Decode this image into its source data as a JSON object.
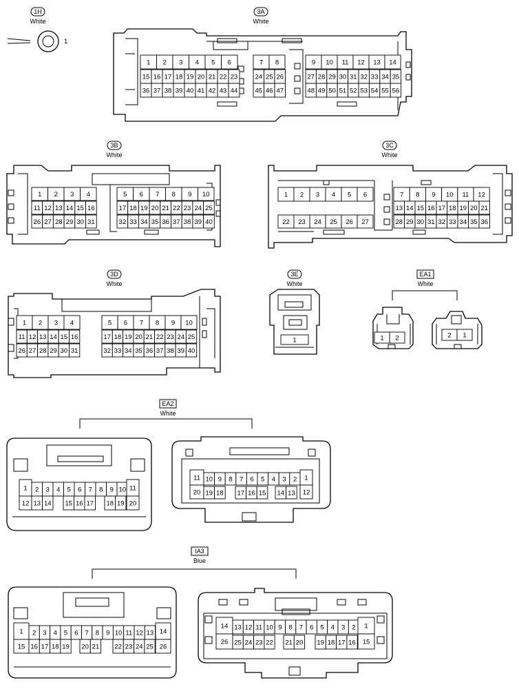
{
  "connectors": [
    {
      "id": "1H",
      "color": "White",
      "tag_style": "pill",
      "pins": [
        {
          "n": "1"
        }
      ]
    },
    {
      "id": "3A",
      "color": "White",
      "tag_style": "pill",
      "pins": [
        {
          "n": "1"
        },
        {
          "n": "2"
        },
        {
          "n": "3"
        },
        {
          "n": "4"
        },
        {
          "n": "5"
        },
        {
          "n": "6"
        },
        {
          "n": "7"
        },
        {
          "n": "8"
        },
        {
          "n": "9"
        },
        {
          "n": "10"
        },
        {
          "n": "11"
        },
        {
          "n": "12"
        },
        {
          "n": "13"
        },
        {
          "n": "14"
        },
        {
          "n": "15"
        },
        {
          "n": "16"
        },
        {
          "n": "17"
        },
        {
          "n": "18"
        },
        {
          "n": "19"
        },
        {
          "n": "20"
        },
        {
          "n": "21"
        },
        {
          "n": "22"
        },
        {
          "n": "23"
        },
        {
          "n": "24"
        },
        {
          "n": "25"
        },
        {
          "n": "26"
        },
        {
          "n": "27"
        },
        {
          "n": "28"
        },
        {
          "n": "29"
        },
        {
          "n": "30"
        },
        {
          "n": "31"
        },
        {
          "n": "32"
        },
        {
          "n": "33"
        },
        {
          "n": "34"
        },
        {
          "n": "35"
        },
        {
          "n": "36"
        },
        {
          "n": "37"
        },
        {
          "n": "38"
        },
        {
          "n": "39"
        },
        {
          "n": "40"
        },
        {
          "n": "41"
        },
        {
          "n": "42"
        },
        {
          "n": "43"
        },
        {
          "n": "44"
        },
        {
          "n": "45"
        },
        {
          "n": "46"
        },
        {
          "n": "47"
        },
        {
          "n": "48"
        },
        {
          "n": "49"
        },
        {
          "n": "50"
        },
        {
          "n": "51"
        },
        {
          "n": "52"
        },
        {
          "n": "53"
        },
        {
          "n": "54"
        },
        {
          "n": "55"
        },
        {
          "n": "56"
        }
      ]
    },
    {
      "id": "3B",
      "color": "White",
      "tag_style": "pill",
      "pins": [
        {
          "n": "1"
        },
        {
          "n": "2"
        },
        {
          "n": "3"
        },
        {
          "n": "4"
        },
        {
          "n": "5"
        },
        {
          "n": "6"
        },
        {
          "n": "7"
        },
        {
          "n": "8"
        },
        {
          "n": "9"
        },
        {
          "n": "10"
        },
        {
          "n": "11"
        },
        {
          "n": "12"
        },
        {
          "n": "13"
        },
        {
          "n": "14"
        },
        {
          "n": "15"
        },
        {
          "n": "16"
        },
        {
          "n": "17"
        },
        {
          "n": "18"
        },
        {
          "n": "19"
        },
        {
          "n": "20"
        },
        {
          "n": "21"
        },
        {
          "n": "22"
        },
        {
          "n": "23"
        },
        {
          "n": "24"
        },
        {
          "n": "25"
        },
        {
          "n": "26"
        },
        {
          "n": "27"
        },
        {
          "n": "28"
        },
        {
          "n": "29"
        },
        {
          "n": "30"
        },
        {
          "n": "31"
        },
        {
          "n": "32"
        },
        {
          "n": "33"
        },
        {
          "n": "34"
        },
        {
          "n": "35"
        },
        {
          "n": "36"
        },
        {
          "n": "37"
        },
        {
          "n": "38"
        },
        {
          "n": "39"
        },
        {
          "n": "40"
        }
      ]
    },
    {
      "id": "3C",
      "color": "White",
      "tag_style": "pill",
      "pins": [
        {
          "n": "1"
        },
        {
          "n": "2"
        },
        {
          "n": "3"
        },
        {
          "n": "4"
        },
        {
          "n": "5"
        },
        {
          "n": "6"
        },
        {
          "n": "7"
        },
        {
          "n": "8"
        },
        {
          "n": "9"
        },
        {
          "n": "10"
        },
        {
          "n": "11"
        },
        {
          "n": "12"
        },
        {
          "n": "13"
        },
        {
          "n": "14"
        },
        {
          "n": "15"
        },
        {
          "n": "16"
        },
        {
          "n": "17"
        },
        {
          "n": "18"
        },
        {
          "n": "19"
        },
        {
          "n": "20"
        },
        {
          "n": "21"
        },
        {
          "n": "22"
        },
        {
          "n": "23"
        },
        {
          "n": "24"
        },
        {
          "n": "25"
        },
        {
          "n": "26"
        },
        {
          "n": "27"
        },
        {
          "n": "28"
        },
        {
          "n": "29"
        },
        {
          "n": "30"
        },
        {
          "n": "31"
        },
        {
          "n": "32"
        },
        {
          "n": "33"
        },
        {
          "n": "34"
        },
        {
          "n": "35"
        },
        {
          "n": "36"
        }
      ]
    },
    {
      "id": "3D",
      "color": "White",
      "tag_style": "pill",
      "pins": [
        {
          "n": "1"
        },
        {
          "n": "2"
        },
        {
          "n": "3"
        },
        {
          "n": "4"
        },
        {
          "n": "5"
        },
        {
          "n": "6"
        },
        {
          "n": "7"
        },
        {
          "n": "8"
        },
        {
          "n": "9"
        },
        {
          "n": "10"
        },
        {
          "n": "11"
        },
        {
          "n": "12"
        },
        {
          "n": "13"
        },
        {
          "n": "14"
        },
        {
          "n": "15"
        },
        {
          "n": "16"
        },
        {
          "n": "17"
        },
        {
          "n": "18"
        },
        {
          "n": "19"
        },
        {
          "n": "20"
        },
        {
          "n": "21"
        },
        {
          "n": "22"
        },
        {
          "n": "23"
        },
        {
          "n": "24"
        },
        {
          "n": "25"
        },
        {
          "n": "26"
        },
        {
          "n": "27"
        },
        {
          "n": "28"
        },
        {
          "n": "29"
        },
        {
          "n": "30"
        },
        {
          "n": "31"
        },
        {
          "n": "32"
        },
        {
          "n": "33"
        },
        {
          "n": "34"
        },
        {
          "n": "35"
        },
        {
          "n": "36"
        },
        {
          "n": "37"
        },
        {
          "n": "38"
        },
        {
          "n": "39"
        },
        {
          "n": "40"
        }
      ]
    },
    {
      "id": "3E",
      "color": "White",
      "tag_style": "pill",
      "pins": [
        {
          "n": "1"
        }
      ]
    },
    {
      "id": "EA1",
      "color": "White",
      "tag_style": "box",
      "pins": [
        {
          "n": "1"
        },
        {
          "n": "2"
        },
        {
          "n": "2"
        },
        {
          "n": "1"
        }
      ]
    },
    {
      "id": "EA2",
      "color": "White",
      "tag_style": "box",
      "pins": [
        {
          "n": "1"
        },
        {
          "n": "2"
        },
        {
          "n": "3"
        },
        {
          "n": "4"
        },
        {
          "n": "5"
        },
        {
          "n": "6"
        },
        {
          "n": "7"
        },
        {
          "n": "8"
        },
        {
          "n": "9"
        },
        {
          "n": "10"
        },
        {
          "n": "11"
        },
        {
          "n": "12"
        },
        {
          "n": "13"
        },
        {
          "n": "14"
        },
        {
          "n": "15"
        },
        {
          "n": "16"
        },
        {
          "n": "17"
        },
        {
          "n": "18"
        },
        {
          "n": "19"
        },
        {
          "n": "20"
        },
        {
          "n": "11"
        },
        {
          "n": "10"
        },
        {
          "n": "9"
        },
        {
          "n": "8"
        },
        {
          "n": "7"
        },
        {
          "n": "6"
        },
        {
          "n": "5"
        },
        {
          "n": "4"
        },
        {
          "n": "3"
        },
        {
          "n": "2"
        },
        {
          "n": "1"
        },
        {
          "n": "20"
        },
        {
          "n": "19"
        },
        {
          "n": "18"
        },
        {
          "n": "17"
        },
        {
          "n": "16"
        },
        {
          "n": "15"
        },
        {
          "n": "14"
        },
        {
          "n": "13"
        },
        {
          "n": "12"
        }
      ]
    },
    {
      "id": "IA3",
      "color": "Blue",
      "tag_style": "box",
      "pins": [
        {
          "n": "1"
        },
        {
          "n": "2"
        },
        {
          "n": "3"
        },
        {
          "n": "4"
        },
        {
          "n": "5"
        },
        {
          "n": "6"
        },
        {
          "n": "7"
        },
        {
          "n": "8"
        },
        {
          "n": "9"
        },
        {
          "n": "10"
        },
        {
          "n": "11"
        },
        {
          "n": "12"
        },
        {
          "n": "13"
        },
        {
          "n": "14"
        },
        {
          "n": "15"
        },
        {
          "n": "16"
        },
        {
          "n": "17"
        },
        {
          "n": "18"
        },
        {
          "n": "19"
        },
        {
          "n": "20"
        },
        {
          "n": "21"
        },
        {
          "n": "22"
        },
        {
          "n": "23"
        },
        {
          "n": "24"
        },
        {
          "n": "25"
        },
        {
          "n": "26"
        },
        {
          "n": "14"
        },
        {
          "n": "13"
        },
        {
          "n": "12"
        },
        {
          "n": "11"
        },
        {
          "n": "10"
        },
        {
          "n": "9"
        },
        {
          "n": "8"
        },
        {
          "n": "7"
        },
        {
          "n": "6"
        },
        {
          "n": "5"
        },
        {
          "n": "4"
        },
        {
          "n": "3"
        },
        {
          "n": "2"
        },
        {
          "n": "1"
        },
        {
          "n": "26"
        },
        {
          "n": "25"
        },
        {
          "n": "24"
        },
        {
          "n": "23"
        },
        {
          "n": "22"
        },
        {
          "n": "21"
        },
        {
          "n": "20"
        },
        {
          "n": "19"
        },
        {
          "n": "18"
        },
        {
          "n": "17"
        },
        {
          "n": "16"
        },
        {
          "n": "15"
        }
      ]
    }
  ]
}
